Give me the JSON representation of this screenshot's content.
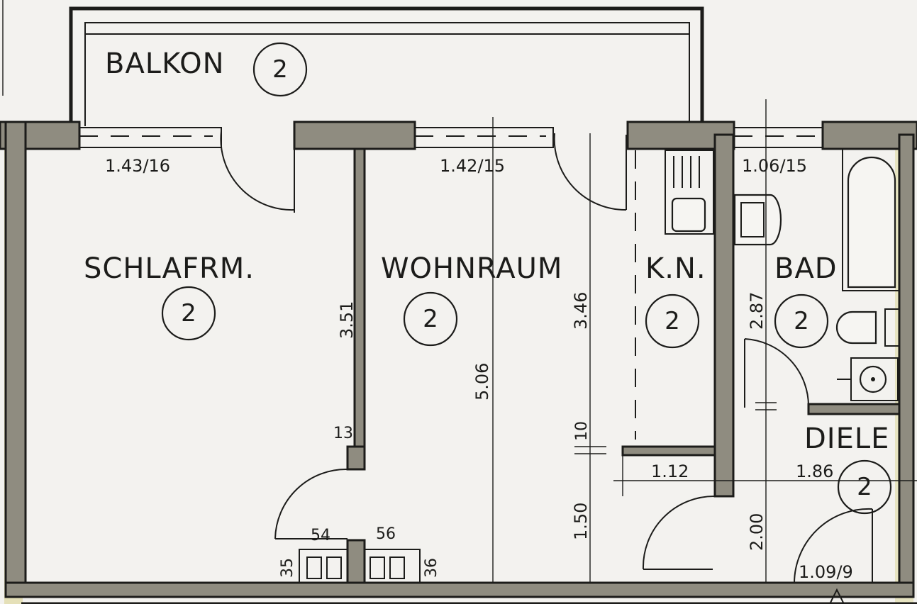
{
  "plan": {
    "type": "apartment-floor-plan",
    "rooms": [
      {
        "id": "balkon",
        "name": "BALKON",
        "marker": "2"
      },
      {
        "id": "schlafrm",
        "name": "SCHLAFRM.",
        "marker": "2",
        "window": "1.43/16"
      },
      {
        "id": "wohnraum",
        "name": "WOHNRAUM",
        "marker": "2",
        "window": "1.42/15"
      },
      {
        "id": "kn",
        "name": "K.N.",
        "marker": "2"
      },
      {
        "id": "bad",
        "name": "BAD",
        "marker": "2",
        "window": "1.06/15"
      },
      {
        "id": "diele",
        "name": "DIELE",
        "marker": "2",
        "door": "1.09/9"
      }
    ],
    "dimensions": {
      "schlafrm_height": "3.51",
      "wall_13": "13",
      "wohnraum_height": "5.06",
      "kn_height": "3.46",
      "wall_10": "10",
      "lower_150": "1.50",
      "kn_width": "1.12",
      "diele_width": "1.86",
      "diele_height": "2.00",
      "bad_height": "2.87",
      "chimney_54": "54",
      "chimney_56": "56",
      "chimney_35": "35",
      "chimney_36": "36"
    },
    "colors": {
      "ink": "#1c1c1a",
      "paper": "#f3f2ef",
      "wall_fill": "#8f8c80",
      "edge_tint": "#d9d28a"
    }
  }
}
